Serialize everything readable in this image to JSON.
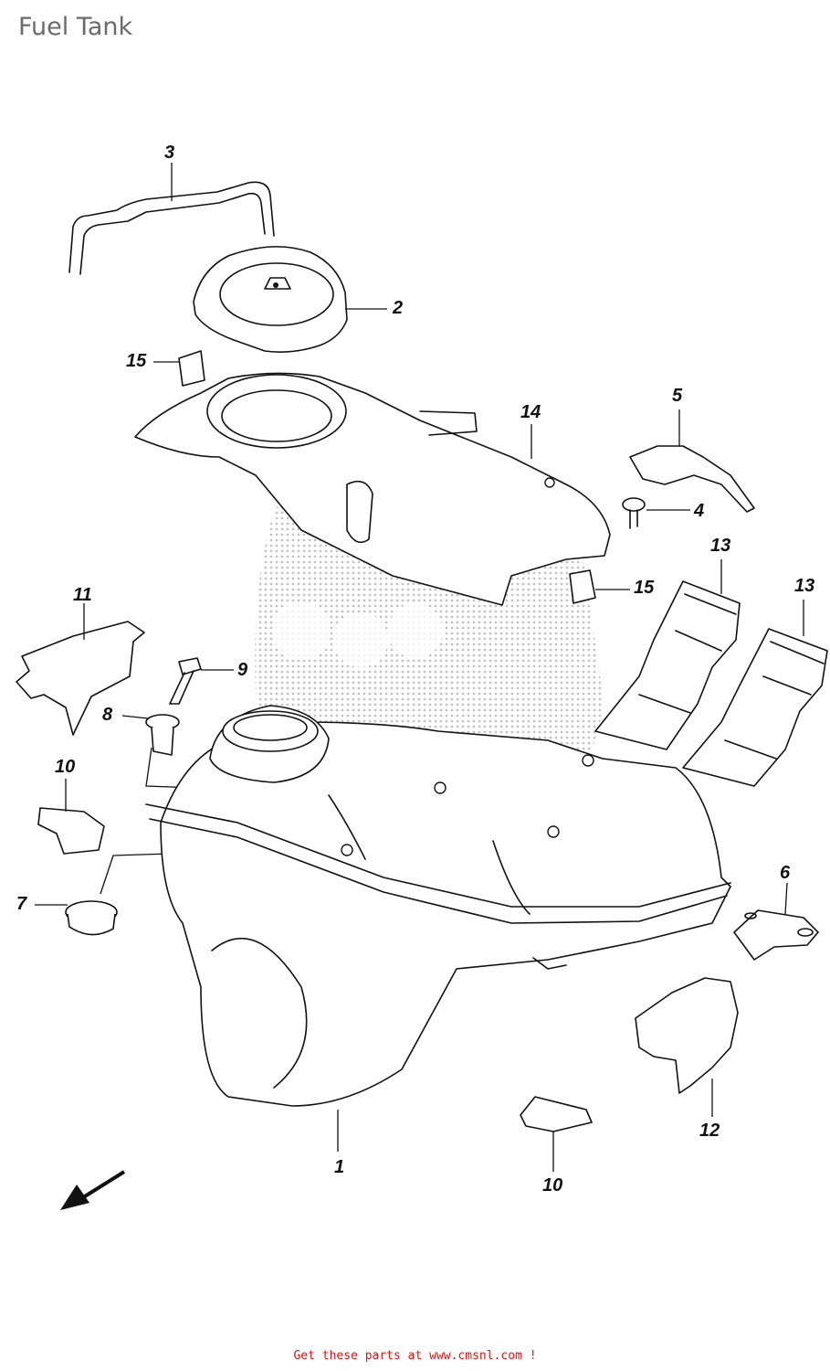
{
  "title": "Fuel Tank",
  "parts": [
    {
      "id": "1",
      "label": "1"
    },
    {
      "id": "2",
      "label": "2"
    },
    {
      "id": "3",
      "label": "3"
    },
    {
      "id": "4",
      "label": "4"
    },
    {
      "id": "5",
      "label": "5"
    },
    {
      "id": "6",
      "label": "6"
    },
    {
      "id": "7",
      "label": "7"
    },
    {
      "id": "8",
      "label": "8"
    },
    {
      "id": "9",
      "label": "9"
    },
    {
      "id": "10a",
      "label": "10"
    },
    {
      "id": "10b",
      "label": "10"
    },
    {
      "id": "11",
      "label": "11"
    },
    {
      "id": "12",
      "label": "12"
    },
    {
      "id": "13a",
      "label": "13"
    },
    {
      "id": "13b",
      "label": "13"
    },
    {
      "id": "14",
      "label": "14"
    },
    {
      "id": "15a",
      "label": "15"
    },
    {
      "id": "15b",
      "label": "15"
    }
  ],
  "footer": {
    "link_text": "Get these parts at www.cmsnl.com !"
  },
  "colors": {
    "title": "#6b6b6b",
    "footer_link": "#d21919",
    "line": "#111111"
  },
  "watermark": {
    "icon": "cmsnl-logo-watermark"
  }
}
